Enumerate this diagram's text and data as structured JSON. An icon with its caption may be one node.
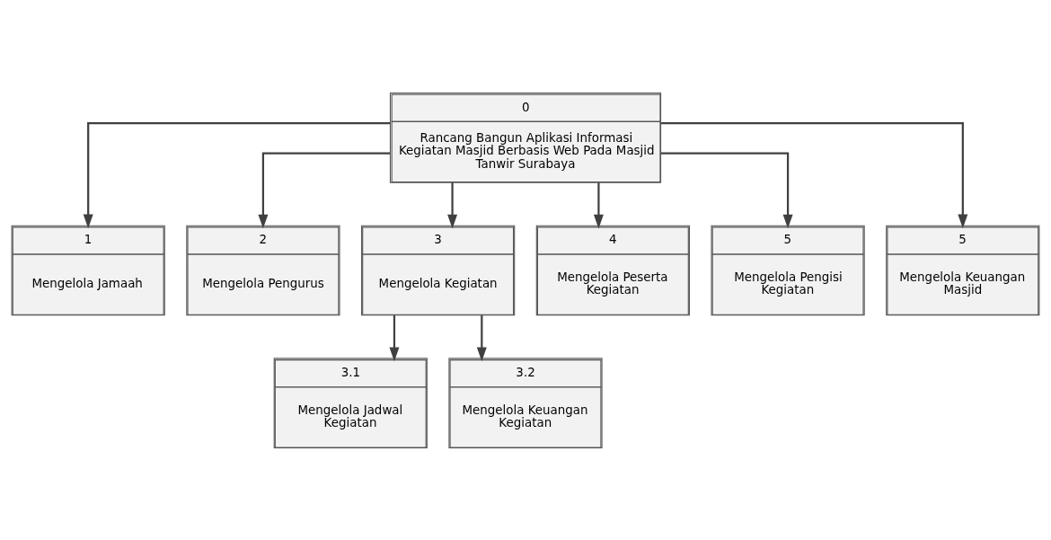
{
  "diagram": {
    "nodes": [
      {
        "text": [
          "0",
          "Rancang Bangun Aplikasi Informasi Kegiatan Masjid Berbasis Web Pada Masjid Tanwir Surabaya"
        ]
      },
      {
        "text": [
          "1",
          "Mengelola Jamaah"
        ]
      },
      {
        "text": [
          "2",
          "Mengelola Pengurus"
        ]
      },
      {
        "text": [
          "3",
          "Mengelola Kegiatan"
        ]
      },
      {
        "text": [
          "4",
          "Mengelola Peserta Kegiatan"
        ]
      },
      {
        "text": [
          "5",
          "Mengelola Pengisi Kegiatan"
        ]
      },
      {
        "text": [
          "5",
          "Mengelola Keuangan Masjid"
        ]
      },
      {
        "text": [
          "3.1",
          "Mengelola Jadwal Kegiatan"
        ]
      },
      {
        "text": [
          "3.2",
          "Mengelola Keuangan Kegiatan"
        ]
      }
    ],
    "edges": [
      {
        "from": 0,
        "to": 1,
        "arrow": "to"
      },
      {
        "from": 0,
        "to": 2,
        "arrow": "to"
      },
      {
        "from": 0,
        "to": 3,
        "arrow": "to"
      },
      {
        "from": 0,
        "to": 4,
        "arrow": "to"
      },
      {
        "from": 0,
        "to": 5,
        "arrow": "to"
      },
      {
        "from": 0,
        "to": 6,
        "arrow": "to"
      },
      {
        "from": 3,
        "to": 7,
        "arrow": "to"
      },
      {
        "from": 3,
        "to": 8,
        "arrow": "to"
      }
    ]
  }
}
